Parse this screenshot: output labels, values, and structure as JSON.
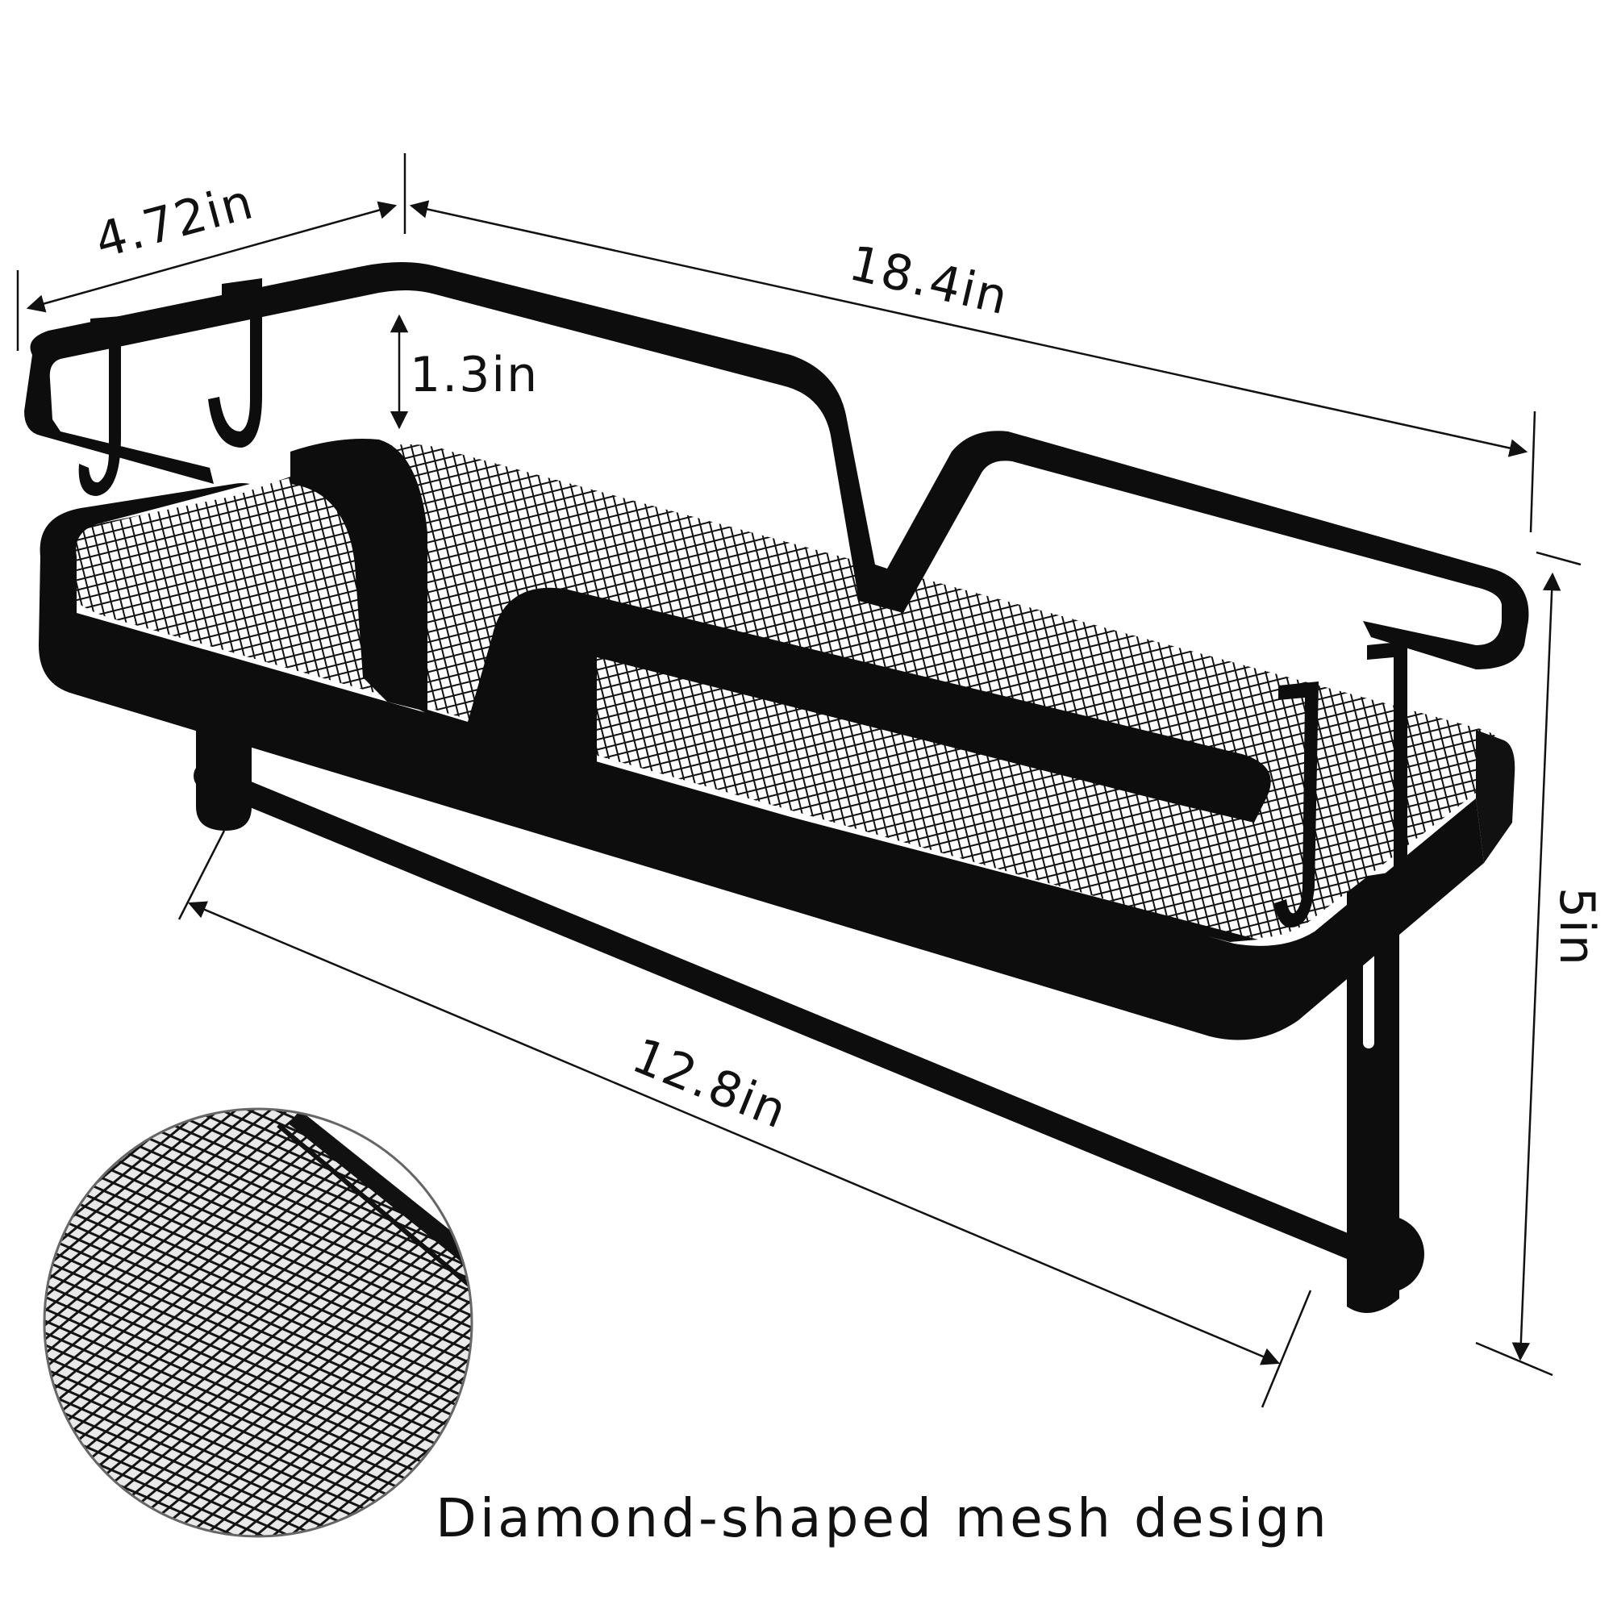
{
  "dimensions": {
    "depth": "4.72in",
    "length": "18.4in",
    "rail_height": "1.3in",
    "height": "5in",
    "bar_length": "12.8in"
  },
  "caption": "Diamond-shaped mesh design",
  "colors": {
    "metal": "#0d0d0d",
    "line": "#111111",
    "background": "#ffffff"
  }
}
